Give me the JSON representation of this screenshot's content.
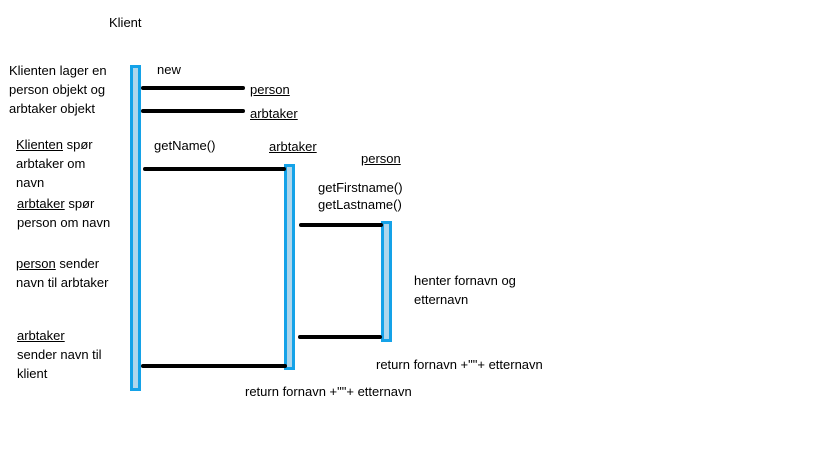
{
  "title": "Klient",
  "lifelines": {
    "person_top": "person",
    "arbtaker_top": "arbtaker",
    "arbtaker_mid": "arbtaker",
    "person_mid": "person"
  },
  "messages": {
    "new": "new",
    "getName": "getName()",
    "getFirstname": "getFirstname()",
    "getLastname": "getLastname()",
    "return_person": "return fornavn +\"\"+ etternavn",
    "return_arbtaker": "return fornavn +\"\"+ etternavn"
  },
  "notes": {
    "n1": "Klienten lager en person objekt og arbtaker objekt",
    "n2_u": "Klienten",
    "n2_rest": " spør arbtaker om navn",
    "n3_u": "arbtaker",
    "n3_rest": " spør person om navn",
    "n4_u": "person",
    "n4_rest": " sender navn til arbtaker",
    "n5_u": "arbtaker",
    "n5_rest": "sender navn til klient",
    "henter": "henter fornavn og etternavn"
  },
  "colors": {
    "activation_border": "#14a2e8",
    "activation_fill": "#aed6ec",
    "message_line": "#000000"
  }
}
